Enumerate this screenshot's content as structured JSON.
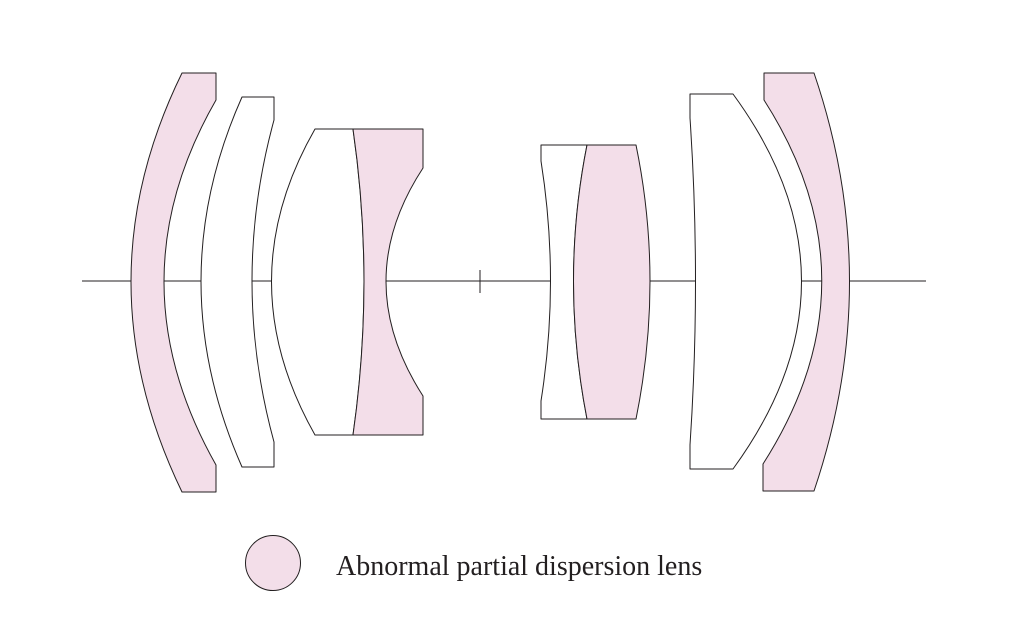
{
  "colors": {
    "highlight_fill": "#f3dee9",
    "plain_fill": "#ffffff",
    "line": "#231f20"
  },
  "diagram": {
    "elements": [
      {
        "name": "lens-element-1",
        "type": "meniscus",
        "highlight": true
      },
      {
        "name": "lens-element-2",
        "type": "meniscus",
        "highlight": false
      },
      {
        "name": "lens-element-3",
        "type": "biconvex",
        "highlight": false
      },
      {
        "name": "lens-element-4",
        "type": "biconcave",
        "highlight": true
      },
      {
        "name": "lens-element-5",
        "type": "biconcave",
        "highlight": false
      },
      {
        "name": "lens-element-6",
        "type": "biconvex",
        "highlight": true
      },
      {
        "name": "lens-element-7",
        "type": "convex",
        "highlight": false
      },
      {
        "name": "lens-element-8",
        "type": "meniscus",
        "highlight": true
      }
    ]
  },
  "legend": {
    "label": "Abnormal partial dispersion lens"
  }
}
